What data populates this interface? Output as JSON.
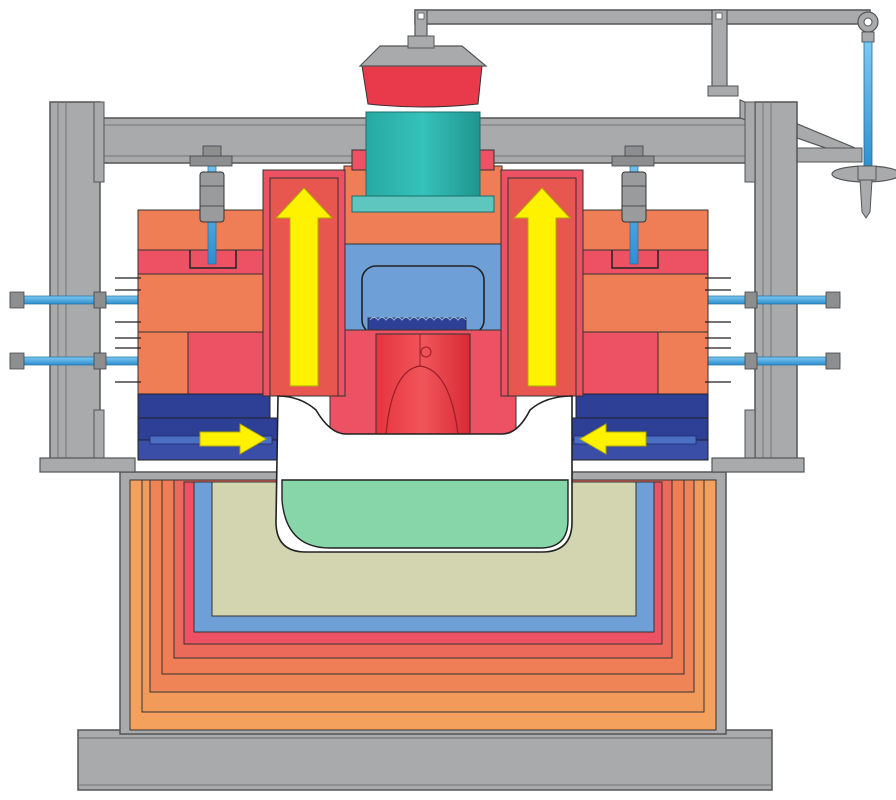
{
  "diagram": {
    "kind": "furnace-cross-section",
    "labels": [],
    "colors": {
      "frame": "#a9aaac",
      "frame_edge": "#555555",
      "outer_lining": "#f4a15d",
      "lining_orange": "#ef7d56",
      "lining_red": "#ec5263",
      "refractory_blue": "#6e9fd6",
      "slag_tan": "#d3d5b0",
      "liquid_green": "#86d6a9",
      "electrode_teal": "#2fb5ae",
      "crucible_red": "#e83a4b",
      "side_block": "#e8574f",
      "dark_blue": "#2e3f96",
      "bolt_blue": "#3ca7e0",
      "arrow_yellow": "#fff200"
    },
    "arrows": [
      {
        "name": "left-up-arrow",
        "direction": "up"
      },
      {
        "name": "right-up-arrow",
        "direction": "up"
      },
      {
        "name": "left-inward-arrow",
        "direction": "right"
      },
      {
        "name": "right-inward-arrow",
        "direction": "left"
      }
    ]
  }
}
